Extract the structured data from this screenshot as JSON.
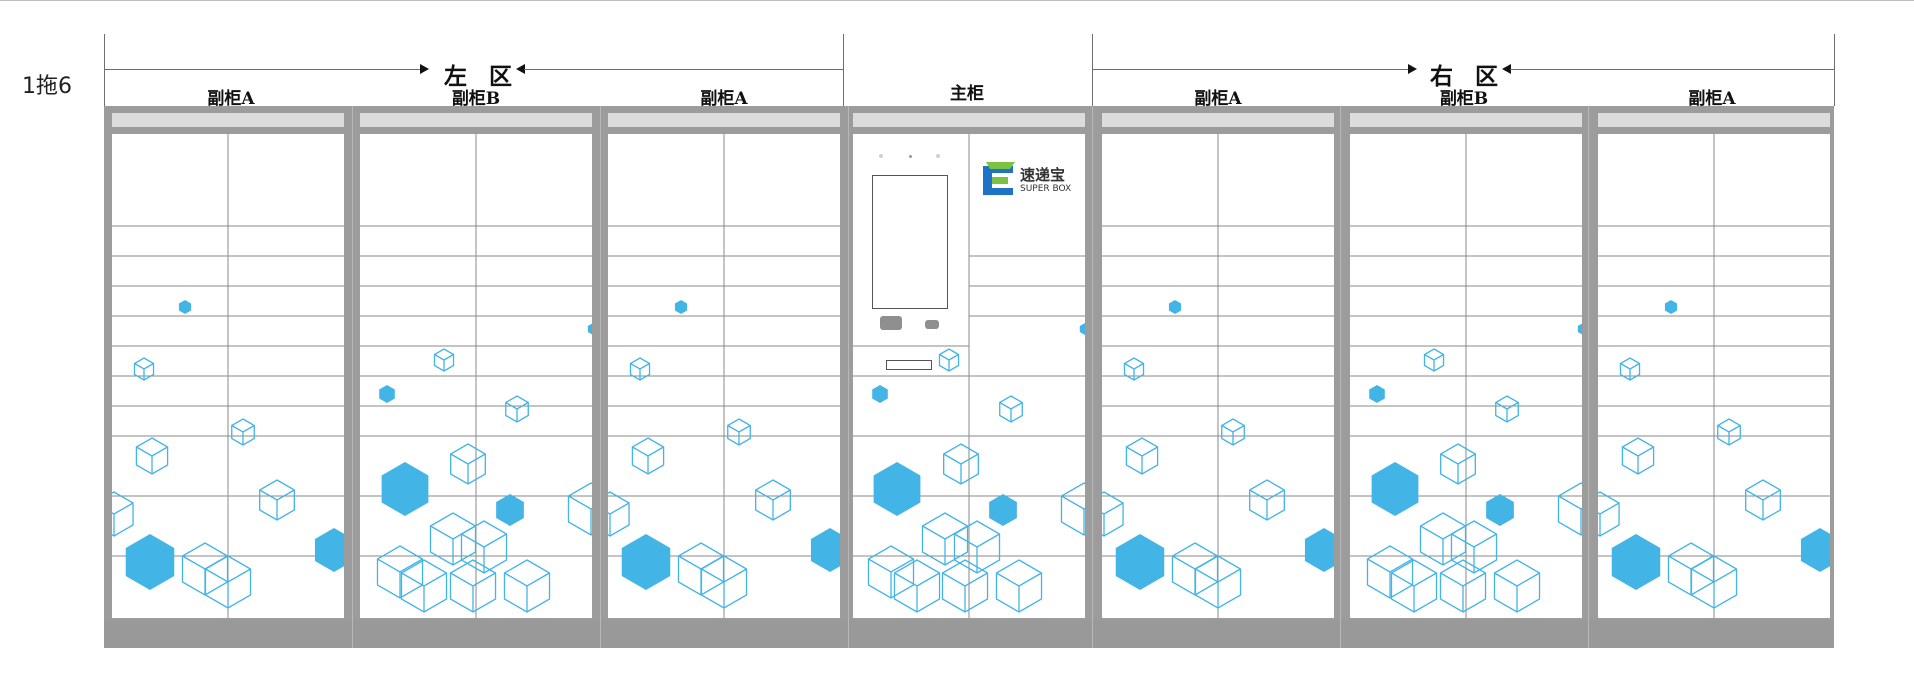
{
  "config_label": "1拖6",
  "zones": {
    "left": {
      "title": "左区"
    },
    "right": {
      "title": "右区"
    }
  },
  "cabinets": [
    {
      "label": "副柜A",
      "type": "sub-a"
    },
    {
      "label": "副柜B",
      "type": "sub-b"
    },
    {
      "label": "副柜A",
      "type": "sub-a"
    },
    {
      "label": "主柜",
      "type": "main"
    },
    {
      "label": "副柜A",
      "type": "sub-a"
    },
    {
      "label": "副柜B",
      "type": "sub-b"
    },
    {
      "label": "副柜A",
      "type": "sub-a"
    }
  ],
  "logo": {
    "name_cn": "速递宝",
    "name_en": "SUPER BOX",
    "icon": "super-box-logo-icon"
  },
  "colors": {
    "accent": "#42b4e6",
    "frame": "#9c9c9c",
    "line": "#8a8a8a",
    "logo_green": "#7cc242",
    "logo_blue": "#1f73c6"
  }
}
